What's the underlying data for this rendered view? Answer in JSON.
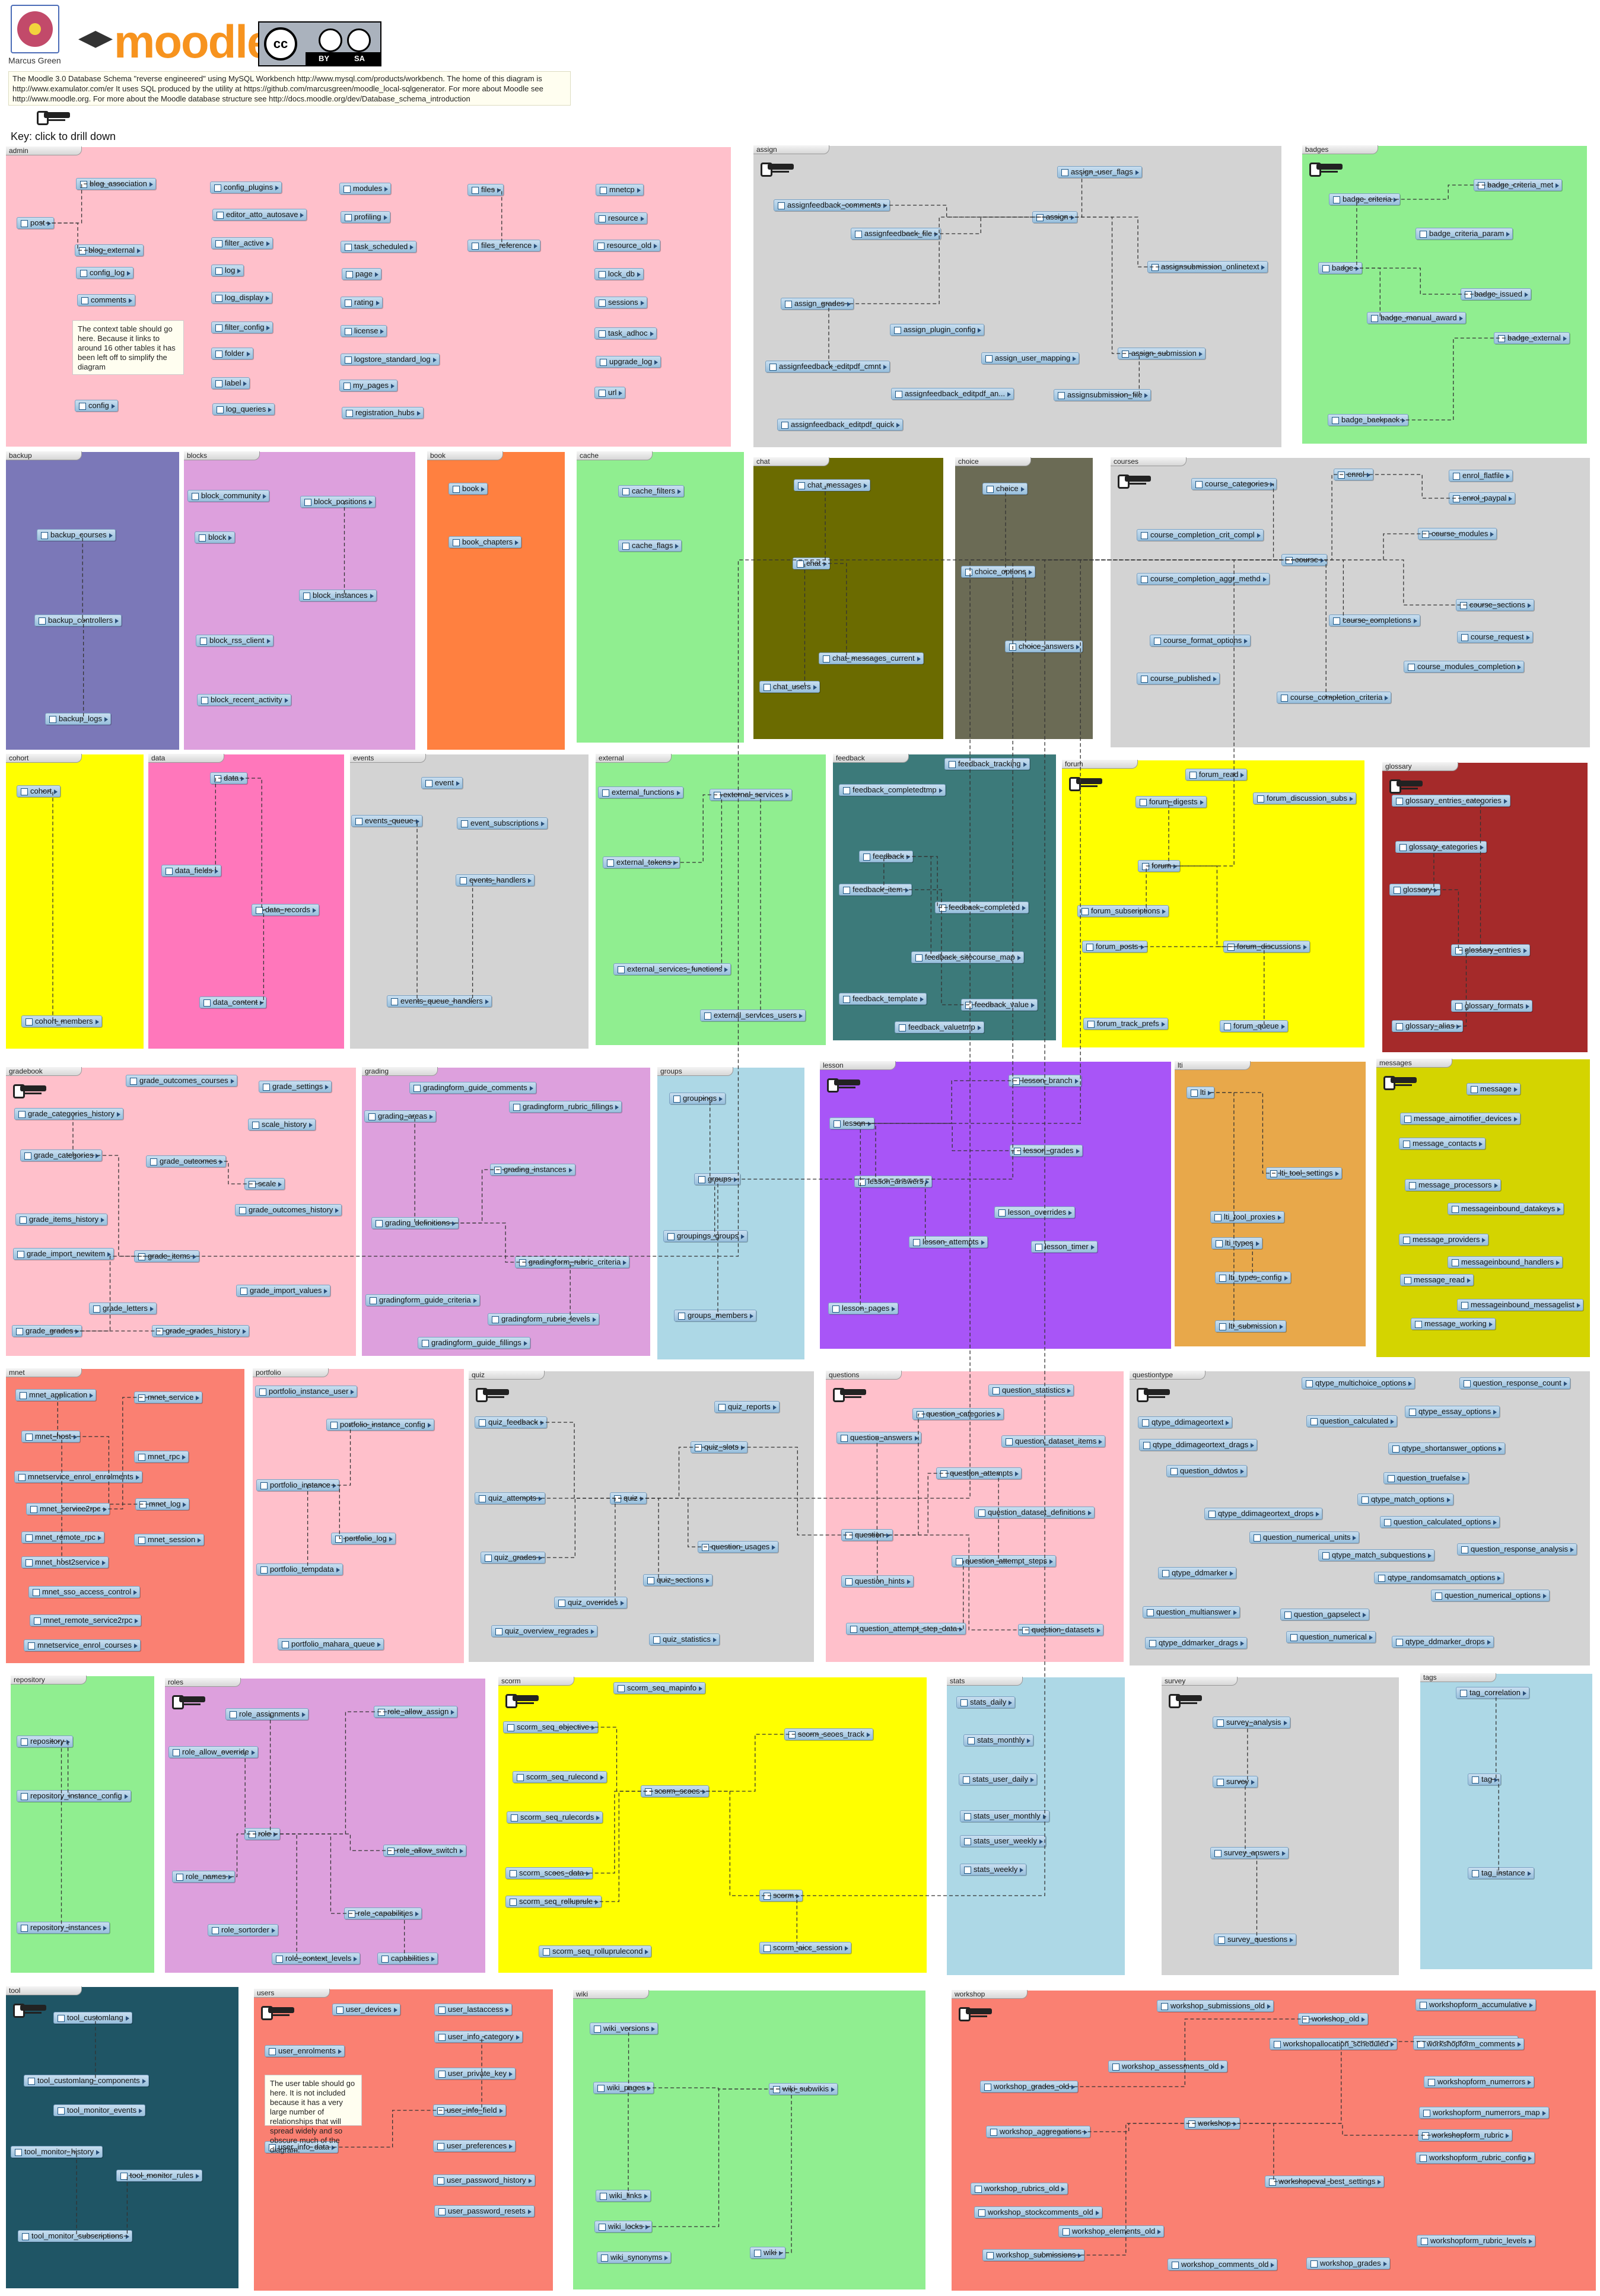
{
  "header": {
    "seal_caption": "Marcus Green",
    "logo_text": "moodle",
    "license": {
      "by": "BY",
      "sa": "SA",
      "cc": "cc"
    },
    "description": "The Moodle 3.0 Database Schema \"reverse engineered\" using MySQL Workbench http://www.mysql.com/products/workbench. The home of this diagram is http://www.examulator.com/er It uses SQL produced by the utility at https://github.com/marcusgreen/moodle_local-sqlgenerator. For more about Moodle see http://www.moodle.org. For more about the Moodle database structure see http://docs.moodle.org/dev/Database_schema_introduction",
    "key_text": "Key: click to drill down"
  },
  "groups": [
    {
      "id": "admin",
      "name": "admin",
      "color": "#ffc0cb"
    },
    {
      "id": "assign",
      "name": "assign",
      "color": "#d3d3d3"
    },
    {
      "id": "badges",
      "name": "badges",
      "color": "#90ee90"
    },
    {
      "id": "backup",
      "name": "backup",
      "color": "#7b78b8"
    },
    {
      "id": "blocks",
      "name": "blocks",
      "color": "#dda0dd"
    },
    {
      "id": "book",
      "name": "book",
      "color": "#ff8040"
    },
    {
      "id": "cache",
      "name": "cache",
      "color": "#90ee90"
    },
    {
      "id": "chat",
      "name": "chat",
      "color": "#6b6b00"
    },
    {
      "id": "choice",
      "name": "choice",
      "color": "#6b6b55"
    },
    {
      "id": "courses",
      "name": "courses",
      "color": "#d3d3d3"
    },
    {
      "id": "cohort",
      "name": "cohort",
      "color": "#ffff00"
    },
    {
      "id": "data",
      "name": "data",
      "color": "#ff77bb"
    },
    {
      "id": "events",
      "name": "events",
      "color": "#d3d3d3"
    },
    {
      "id": "external",
      "name": "external",
      "color": "#90ee90"
    },
    {
      "id": "feedback",
      "name": "feedback",
      "color": "#3c7a7a"
    },
    {
      "id": "forum",
      "name": "forum",
      "color": "#ffff00"
    },
    {
      "id": "glossary",
      "name": "glossary",
      "color": "#a52a2a"
    },
    {
      "id": "gradebook",
      "name": "gradebook",
      "color": "#ffc0cb"
    },
    {
      "id": "grading",
      "name": "grading",
      "color": "#dda0dd"
    },
    {
      "id": "groups",
      "name": "groups",
      "color": "#add8e6"
    },
    {
      "id": "lesson",
      "name": "lesson",
      "color": "#a855f7"
    },
    {
      "id": "lti",
      "name": "lti",
      "color": "#e8a84a"
    },
    {
      "id": "messages",
      "name": "messages",
      "color": "#d4d400"
    },
    {
      "id": "mnet",
      "name": "mnet",
      "color": "#fa8072"
    },
    {
      "id": "portfolio",
      "name": "portfolio",
      "color": "#ffc0cb"
    },
    {
      "id": "quiz",
      "name": "quiz",
      "color": "#d3d3d3"
    },
    {
      "id": "questions",
      "name": "questions",
      "color": "#ffc0cb"
    },
    {
      "id": "questiontype",
      "name": "questiontype",
      "color": "#d3d3d3"
    },
    {
      "id": "repository",
      "name": "repository",
      "color": "#90ee90"
    },
    {
      "id": "roles",
      "name": "roles",
      "color": "#dda0dd"
    },
    {
      "id": "scorm",
      "name": "scorm",
      "color": "#ffff00"
    },
    {
      "id": "stats",
      "name": "stats",
      "color": "#add8e6"
    },
    {
      "id": "survey",
      "name": "survey",
      "color": "#d3d3d3"
    },
    {
      "id": "tags",
      "name": "tags",
      "color": "#add8e6"
    },
    {
      "id": "tool",
      "name": "tool",
      "color": "#1f5565"
    },
    {
      "id": "users",
      "name": "users",
      "color": "#fa8072"
    },
    {
      "id": "wiki",
      "name": "wiki",
      "color": "#90ee90"
    },
    {
      "id": "workshop",
      "name": "workshop",
      "color": "#fa8072"
    }
  ],
  "notes": {
    "admin": "The context table should go here. Because it links to around 16 other tables it has been left off to simplify the diagram",
    "users": "The user table should go here. It is not included because it has a very large number of relationships that will spread widely and so obscure much of the diagram."
  },
  "tables": {
    "admin": [
      "blog_association",
      "post",
      "blog_external",
      "config_log",
      "comments",
      "config",
      "config_plugins",
      "editor_atto_autosave",
      "filter_active",
      "log",
      "log_display",
      "filter_config",
      "folder",
      "label",
      "log_queries",
      "modules",
      "profiling",
      "task_scheduled",
      "page",
      "rating",
      "license",
      "logstore_standard_log",
      "my_pages",
      "registration_hubs",
      "files",
      "files_reference",
      "mnetcp",
      "resource",
      "resource_old",
      "lock_db",
      "sessions",
      "task_adhoc",
      "upgrade_log",
      "url"
    ],
    "assign": [
      "assignfeedback_comments",
      "assignfeedback_file",
      "assign",
      "assign_user_flags",
      "assignsubmission_onlinetext",
      "assign_grades",
      "assign_plugin_config",
      "assign_user_mapping",
      "assign_submission",
      "assignfeedback_editpdf_cmnt",
      "assignfeedback_editpdf_an...",
      "assignsubmission_file",
      "assignfeedback_editpdf_quick"
    ],
    "badges": [
      "badge_criteria",
      "badge_criteria_met",
      "badge_criteria_param",
      "badge",
      "badge_issued",
      "badge_manual_award",
      "badge_external",
      "badge_backpack"
    ],
    "backup": [
      "backup_courses",
      "backup_controllers",
      "backup_logs"
    ],
    "blocks": [
      "block_community",
      "block_positions",
      "block",
      "block_instances",
      "block_rss_client",
      "block_recent_activity"
    ],
    "book": [
      "book",
      "book_chapters"
    ],
    "cache": [
      "cache_filters",
      "cache_flags"
    ],
    "chat": [
      "chat_messages",
      "chat",
      "chat_messages_current",
      "chat_users"
    ],
    "choice": [
      "choice",
      "choice_options",
      "choice_answers"
    ],
    "courses": [
      "course_categories",
      "enrol",
      "enrol_flatfile",
      "enrol_paypal",
      "course_completion_crit_compl",
      "course",
      "course_modules",
      "course_completion_aggr_methd",
      "course_sections",
      "course_completions",
      "course_format_options",
      "course_request",
      "course_modules_completion",
      "course_published",
      "course_completion_criteria"
    ],
    "cohort": [
      "cohort",
      "cohort_members"
    ],
    "data": [
      "data",
      "data_fields",
      "data_records",
      "data_content"
    ],
    "events": [
      "event",
      "events_queue",
      "event_subscriptions",
      "events_handlers",
      "events_queue_handlers"
    ],
    "external": [
      "external_functions",
      "external_services",
      "external_tokens",
      "external_services_functions",
      "external_services_users"
    ],
    "feedback": [
      "feedback_tracking",
      "feedback_completedtmp",
      "feedback",
      "feedback_item",
      "feedback_completed",
      "feedback_sitecourse_map",
      "feedback_template",
      "feedback_value",
      "feedback_valuetmp"
    ],
    "forum": [
      "forum_read",
      "forum_digests",
      "forum_discussion_subs",
      "forum",
      "forum_subscriptions",
      "forum_posts",
      "forum_discussions",
      "forum_track_prefs",
      "forum_queue"
    ],
    "glossary": [
      "glossary_entries_categories",
      "glossary_categories",
      "glossary",
      "glossary_entries",
      "glossary_formats",
      "glossary_alias"
    ],
    "gradebook": [
      "grade_outcomes_courses",
      "grade_settings",
      "grade_categories_history",
      "scale_history",
      "grade_categories",
      "grade_outcomes",
      "scale",
      "grade_items_history",
      "grade_outcomes_history",
      "grade_import_newitem",
      "grade_items",
      "grade_import_values",
      "grade_letters",
      "grade_grades",
      "grade_grades_history"
    ],
    "grading": [
      "gradingform_guide_comments",
      "grading_areas",
      "gradingform_rubric_fillings",
      "grading_instances",
      "grading_definitions",
      "gradingform_rubric_criteria",
      "gradingform_guide_criteria",
      "gradingform_rubric_levels",
      "gradingform_guide_fillings"
    ],
    "groups": [
      "groupings",
      "groups",
      "groupings_groups",
      "groups_members"
    ],
    "lesson": [
      "lesson_branch",
      "lesson",
      "lesson_grades",
      "lesson_answers",
      "lesson_overrides",
      "lesson_attempts",
      "lesson_timer",
      "lesson_pages"
    ],
    "lti": [
      "lti",
      "lti_tool_settings",
      "lti_tool_proxies",
      "lti_types",
      "lti_types_config",
      "lti_submission"
    ],
    "messages": [
      "message",
      "message_airnotifier_devices",
      "message_contacts",
      "message_processors",
      "messageinbound_datakeys",
      "message_providers",
      "messageinbound_handlers",
      "message_read",
      "messageinbound_messagelist",
      "message_working"
    ],
    "mnet": [
      "mnet_application",
      "mnet_service",
      "mnet_host",
      "mnet_rpc",
      "mnetservice_enrol_enrolments",
      "mnet_log",
      "mnet_service2rpc",
      "mnet_remote_rpc",
      "mnet_session",
      "mnet_host2service",
      "mnet_sso_access_control",
      "mnet_remote_service2rpc",
      "mnetservice_enrol_courses"
    ],
    "portfolio": [
      "portfolio_instance_user",
      "portfolio_instance_config",
      "portfolio_instance",
      "portfolio_log",
      "portfolio_tempdata",
      "portfolio_mahara_queue"
    ],
    "quiz": [
      "quiz_reports",
      "quiz_feedback",
      "quiz_slots",
      "quiz_attempts",
      "quiz",
      "quiz_grades",
      "question_usages",
      "quiz_sections",
      "quiz_overrides",
      "quiz_overview_regrades",
      "quiz_statistics"
    ],
    "questions": [
      "question_statistics",
      "question_categories",
      "question_answers",
      "question_dataset_items",
      "question_attempts",
      "question_dataset_definitions",
      "question",
      "question_attempt_steps",
      "question_hints",
      "question_attempt_step_data",
      "question_datasets"
    ],
    "questiontype": [
      "qtype_multichoice_options",
      "question_response_count",
      "qtype_essay_options",
      "qtype_ddimageortext",
      "question_calculated",
      "qtype_ddimageortext_drags",
      "qtype_shortanswer_options",
      "question_truefalse",
      "question_ddwtos",
      "qtype_match_options",
      "qtype_ddimageortext_drops",
      "question_calculated_options",
      "question_numerical_units",
      "question_response_analysis",
      "qtype_match_subquestions",
      "qtype_ddmarker",
      "qtype_randomsamatch_options",
      "question_numerical_options",
      "question_multianswer",
      "question_gapselect",
      "question_numerical",
      "qtype_ddmarker_drags",
      "qtype_ddmarker_drops"
    ],
    "repository": [
      "repository",
      "repository_instance_config",
      "repository_instances"
    ],
    "roles": [
      "role_assignments",
      "role_allow_assign",
      "role_allow_override",
      "role",
      "role_allow_switch",
      "role_names",
      "role_capabilities",
      "role_sortorder",
      "role_context_levels",
      "capabilities"
    ],
    "scorm": [
      "scorm_seq_mapinfo",
      "scorm_seq_objective",
      "scorm_scoes_track",
      "scorm_seq_rulecond",
      "scorm_scoes",
      "scorm_seq_rulecords",
      "scorm_scoes_data",
      "scorm",
      "scorm_seq_rolluprule",
      "scorm_seq_rolluprulecond",
      "scorm_aicc_session"
    ],
    "stats": [
      "stats_daily",
      "stats_monthly",
      "stats_user_daily",
      "stats_user_monthly",
      "stats_user_weekly",
      "stats_weekly"
    ],
    "survey": [
      "survey_analysis",
      "survey",
      "survey_answers",
      "survey_questions"
    ],
    "tags": [
      "tag_correlation",
      "tag",
      "tag_instance"
    ],
    "tool": [
      "tool_customlang",
      "tool_customlang_components",
      "tool_monitor_events",
      "tool_monitor_history",
      "tool_monitor_rules",
      "tool_monitor_subscriptions"
    ],
    "users": [
      "user_devices",
      "user_lastaccess",
      "user_enrolments",
      "user_info_category",
      "user_private_key",
      "user_info_field",
      "user_info_data",
      "user_preferences",
      "user_password_history",
      "user_password_resets"
    ],
    "wiki": [
      "wiki_versions",
      "wiki_pages",
      "wiki_subwikis",
      "wiki_links",
      "wiki_locks",
      "wiki_synonyms",
      "wiki"
    ],
    "workshop": [
      "workshop_submissions_old",
      "workshopform_accumulative",
      "workshop_old",
      "workshop_assessments",
      "workshopallocation_scheduled",
      "workshopform_comments",
      "workshop_assessments_old",
      "workshop_grades_old",
      "workshopform_numerrors",
      "workshopform_numerrors_map",
      "workshop_aggregations",
      "workshop",
      "workshopform_rubric",
      "workshopform_rubric_config",
      "workshop_rubrics_old",
      "workshopeval_best_settings",
      "workshop_stockcomments_old",
      "workshop_elements_old",
      "workshop_submissions",
      "workshopform_rubric_levels",
      "workshop_comments_old",
      "workshop_grades"
    ]
  }
}
